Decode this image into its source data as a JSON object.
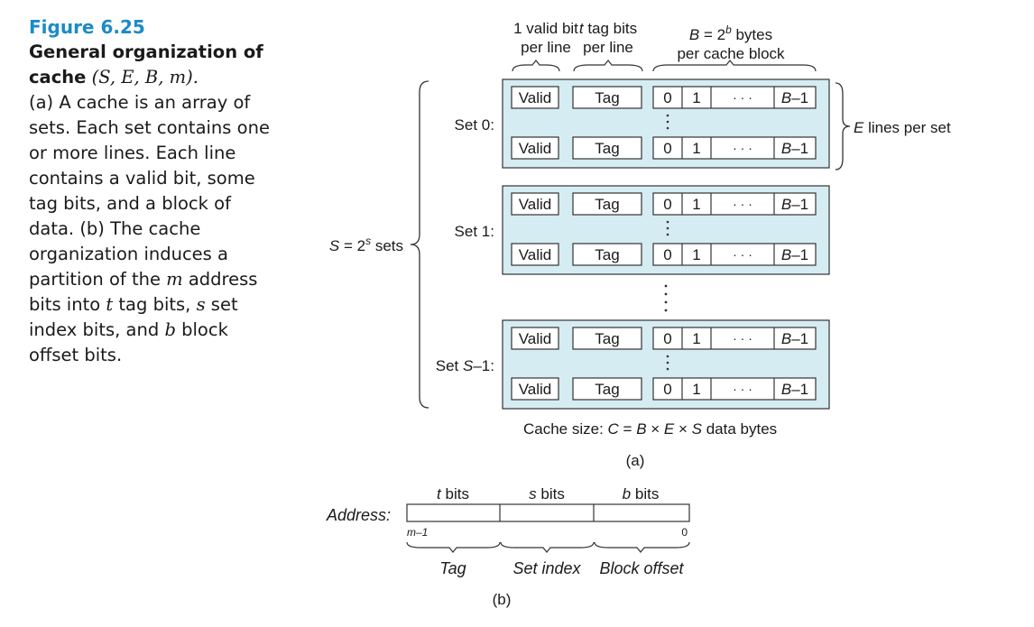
{
  "caption": {
    "figure_number": "Figure 6.25",
    "title": "General organization of cache",
    "title_params": "(S, E, B, m).",
    "body": [
      {
        "t": "(a) A cache is an array of sets. Each set contains one or more lines. Each line contains a valid bit, some tag bits, and a block of data. (b) The cache organization induces a partition of the "
      },
      {
        "t": "m",
        "math": true
      },
      {
        "t": " address bits into "
      },
      {
        "t": "t",
        "math": true
      },
      {
        "t": " tag bits, "
      },
      {
        "t": "s",
        "math": true
      },
      {
        "t": " set index bits, and "
      },
      {
        "t": "b",
        "math": true
      },
      {
        "t": " block offset bits."
      }
    ]
  },
  "part_a": {
    "header_valid_line1": "1 valid bit",
    "header_valid_line2": "per line",
    "header_tag_var": "t",
    "header_tag_line1": "tag bits",
    "header_tag_line2": "per line",
    "header_block_var": "B",
    "header_block_eq": " = 2",
    "header_block_exp": "b",
    "header_block_unit": " bytes",
    "header_block_line2": "per cache block",
    "valid_label": "Valid",
    "tag_label": "Tag",
    "byte_first": "0",
    "byte_second": "1",
    "byte_dots": "· · ·",
    "byte_last": "B–1",
    "sets": [
      {
        "label_prefix": "Set ",
        "label_var": "",
        "label_index": "0",
        "label_suffix": ":"
      },
      {
        "label_prefix": "Set ",
        "label_var": "",
        "label_index": "1",
        "label_suffix": ":"
      },
      {
        "label_prefix": "Set ",
        "label_var": "S",
        "label_index": "–1",
        "label_suffix": ":"
      }
    ],
    "s_label_var": "S",
    "s_label_eq": " = 2",
    "s_label_exp": "s",
    "s_label_unit": " sets",
    "e_label_var": "E",
    "e_label_unit": " lines per set",
    "size_prefix": "Cache size:  ",
    "size_formula_var_c": "C",
    "size_formula_mid1": " = ",
    "size_formula_var_b": "B",
    "size_formula_x1": " × ",
    "size_formula_var_e": "E",
    "size_formula_x2": " × ",
    "size_formula_var_s": "S",
    "size_formula_unit": " data bytes",
    "part_label": "(a)"
  },
  "part_b": {
    "address_label": "Address:",
    "field_headers": [
      {
        "var": "t",
        "unit": " bits"
      },
      {
        "var": "s",
        "unit": " bits"
      },
      {
        "var": "b",
        "unit": " bits"
      }
    ],
    "bit_high": "m–1",
    "bit_low": "0",
    "field_names": [
      "Tag",
      "Set index",
      "Block offset"
    ],
    "part_label": "(b)"
  },
  "colors": {
    "figure_number": "#1c8bc7",
    "set_fill": "#d6ecf3",
    "line_stroke": "#333333"
  }
}
